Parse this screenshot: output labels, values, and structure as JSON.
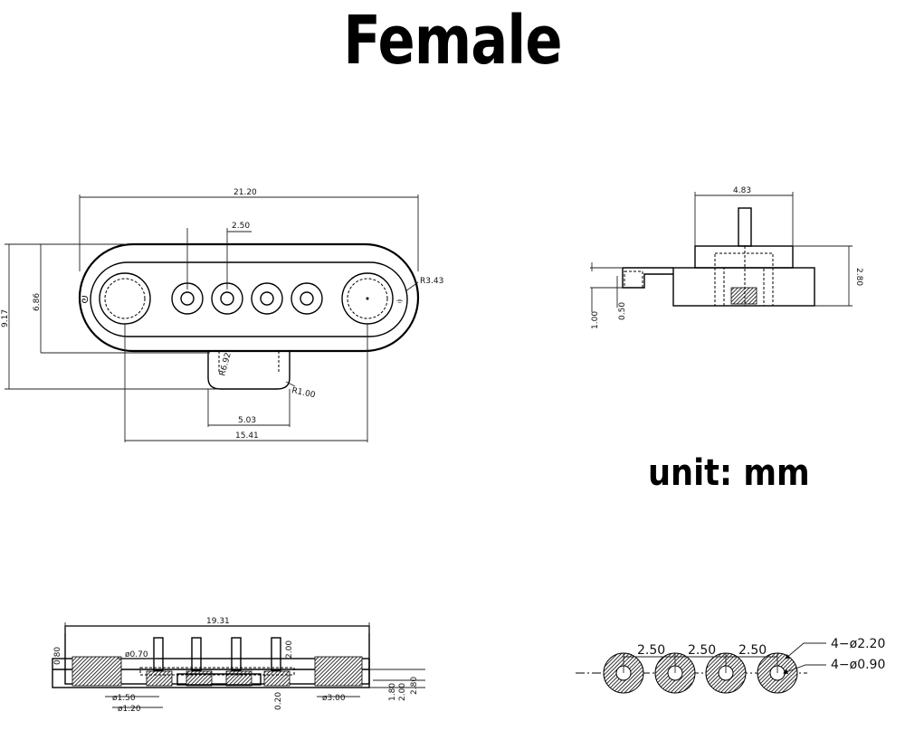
{
  "title": "Female",
  "unit_note": "unit: mm",
  "front_view": {
    "width_total": "21.20",
    "pitch": "2.50",
    "radius_outer": "R3.43",
    "height_total": "9.17",
    "height_body": "6.86",
    "radius_key": "R6.92",
    "radius_corner": "R1.00",
    "key_width": "5.03",
    "mount_spacing": "15.41"
  },
  "side_view": {
    "width_top": "4.83",
    "height_total": "2.80",
    "pin_height": "1.00",
    "step": "0.50"
  },
  "bottom_view": {
    "width_total": "19.31",
    "height_a": "0.80",
    "pin_dia": "ø0.70",
    "pin_len": "2.00",
    "dim_180": "1.80",
    "dim_200": "2.00",
    "dim_280": "2.80",
    "dia_150": "ø1.50",
    "dia_120": "ø1.20",
    "dim_020": "0.20",
    "dia_300": "ø3.00"
  },
  "pin_pattern": {
    "pitch_1": "2.50",
    "pitch_2": "2.50",
    "pitch_3": "2.50",
    "outer_dia": "4−ø2.20",
    "inner_dia": "4−ø0.90"
  }
}
